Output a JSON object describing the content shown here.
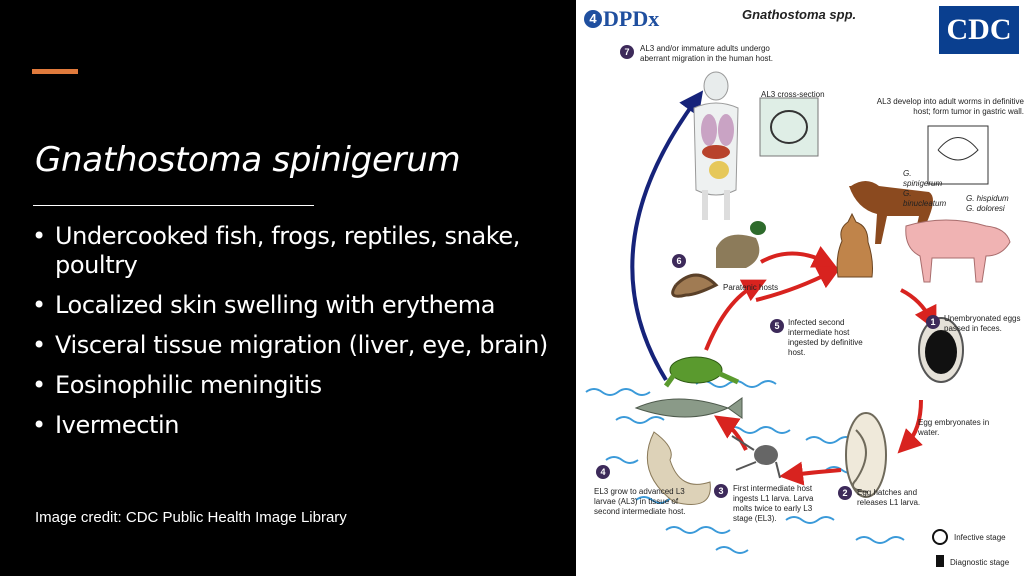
{
  "slide": {
    "title": "Gnathostoma spinigerum",
    "bullets": [
      "Undercooked fish, frogs, reptiles, snake, poultry",
      "Localized skin swelling with erythema",
      "Visceral tissue migration  (liver, eye, brain)",
      "Eosinophilic meningitis",
      "Ivermectin"
    ],
    "credit": "Image credit: CDC Public Health Image Library",
    "accent_color": "#e07a3c"
  },
  "diagram": {
    "dpdx_label": "DPDx",
    "title": "Gnathostoma spp.",
    "cdc_label": "CDC",
    "steps": {
      "s1": {
        "num": "1",
        "text": "Unembryonated eggs passed in feces."
      },
      "s2": {
        "num": "2",
        "text": "Egg hatches and releases L1 larva."
      },
      "s3": {
        "num": "3",
        "text": "First intermediate host ingests L1 larva. Larva molts twice to early L3 stage (EL3)."
      },
      "s4": {
        "num": "4",
        "text": "EL3 grow to advanced L3 larvae (AL3) in tissue of second intermediate host."
      },
      "s5": {
        "num": "5",
        "text": "Infected second intermediate host ingested by definitive host."
      },
      "s6": {
        "num": "6",
        "text": "Paratenic hosts"
      },
      "s7": {
        "num": "7",
        "text": "AL3 and/or immature adults undergo aberrant migration in the human host."
      }
    },
    "labels": {
      "cross_section": "AL3 cross-section",
      "adult_worms": "AL3 develop into adult worms in definitive host; form tumor in gastric wall.",
      "species_dog": "G. spinigerum G. binucleatum",
      "species_pig": "G. hispidum G. doloresi",
      "embryonates": "Egg embryonates in water.",
      "infective": "Infective stage",
      "diagnostic": "Diagnostic stage"
    }
  }
}
